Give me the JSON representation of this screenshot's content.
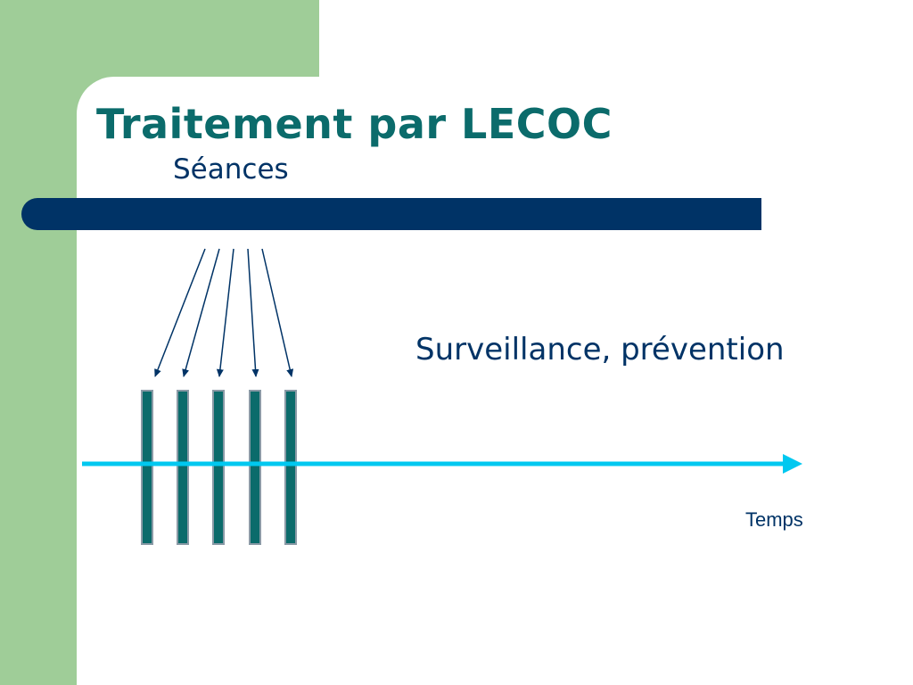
{
  "slide": {
    "title": "Traitement par LECOC",
    "subtitle": "Séances",
    "annotation": "Surveillance, prévention",
    "axis_label": "Temps"
  },
  "diagram": {
    "session_count": 5,
    "colors": {
      "background_band": "#9fcd98",
      "title_text": "#0b6b6b",
      "title_bar": "#003366",
      "body_text": "#003366",
      "time_axis": "#00c8f0",
      "session_bar_fill": "#0b6b6b",
      "session_bar_border": "#8a9aa6",
      "pointer_arrow": "#003366"
    }
  }
}
